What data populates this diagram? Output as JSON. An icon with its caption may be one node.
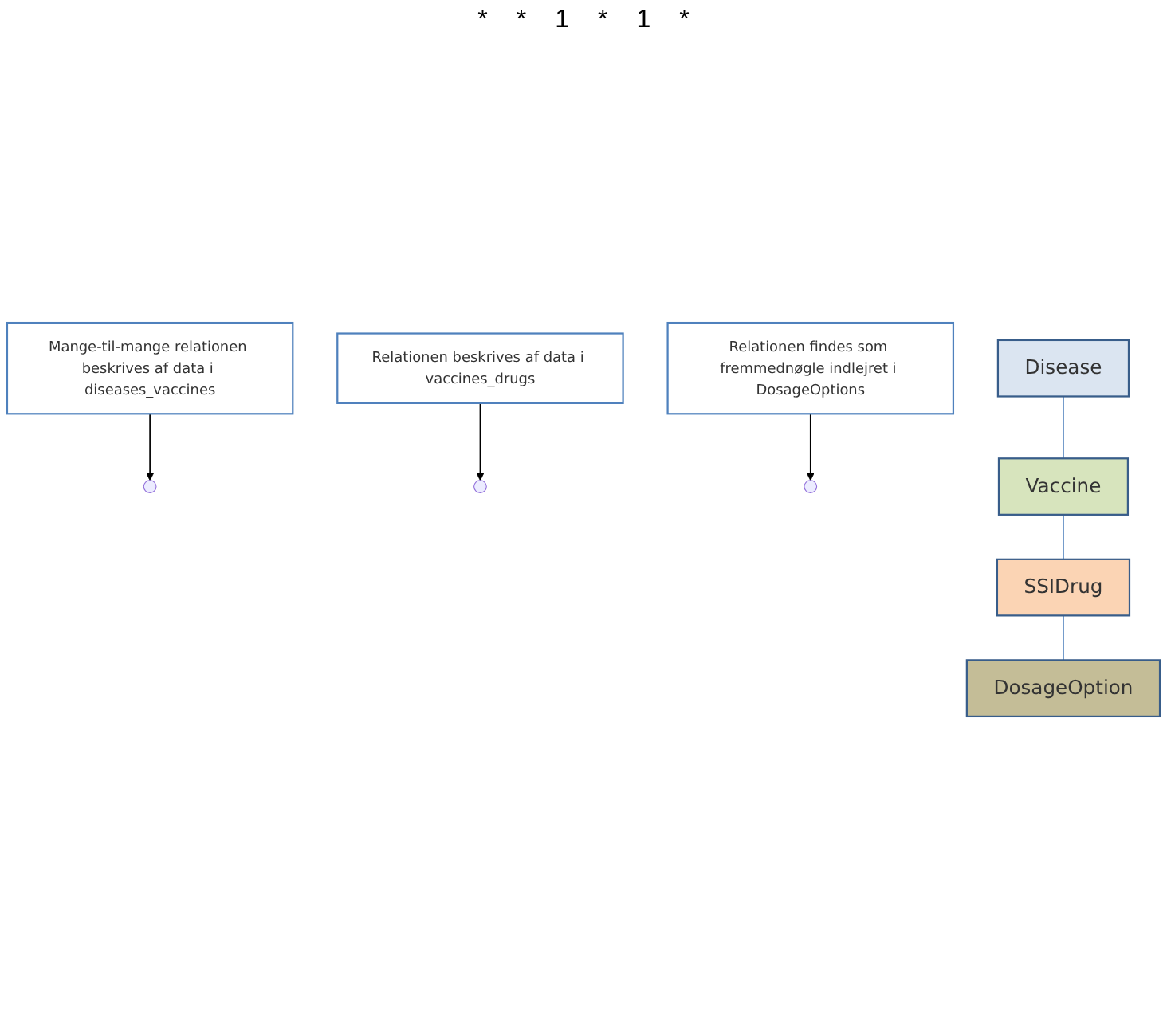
{
  "diagram": {
    "nodes": [
      {
        "text": [
          "Disease"
        ]
      },
      {
        "text": [
          "Mange-til-mange relationen beskrives af data i diseases_vaccines"
        ]
      },
      {
        "text": [
          "Vaccine"
        ]
      },
      {
        "text": [
          "Relationen beskrives af data i vaccines_drugs"
        ]
      },
      {
        "text": [
          "SSIDrug"
        ]
      },
      {
        "text": [
          "DosageOption"
        ]
      },
      {
        "text": [
          "Relationen findes som fremmednøgle indlejret i DosageOptions"
        ]
      }
    ],
    "edges": [
      {
        "from": 0,
        "to": 2,
        "arrow": "none"
      },
      {
        "from": 2,
        "to": 4,
        "arrow": "none"
      },
      {
        "from": 4,
        "to": 5,
        "arrow": "none"
      },
      {
        "from": 1,
        "to": null,
        "arrow": "to",
        "color": "#000000"
      },
      {
        "from": 3,
        "to": null,
        "arrow": "to",
        "color": "#000000"
      },
      {
        "from": 6,
        "to": null,
        "arrow": "to",
        "color": "#000000"
      }
    ],
    "labels": [
      "*",
      "*",
      "1",
      "*",
      "1",
      "*"
    ]
  }
}
